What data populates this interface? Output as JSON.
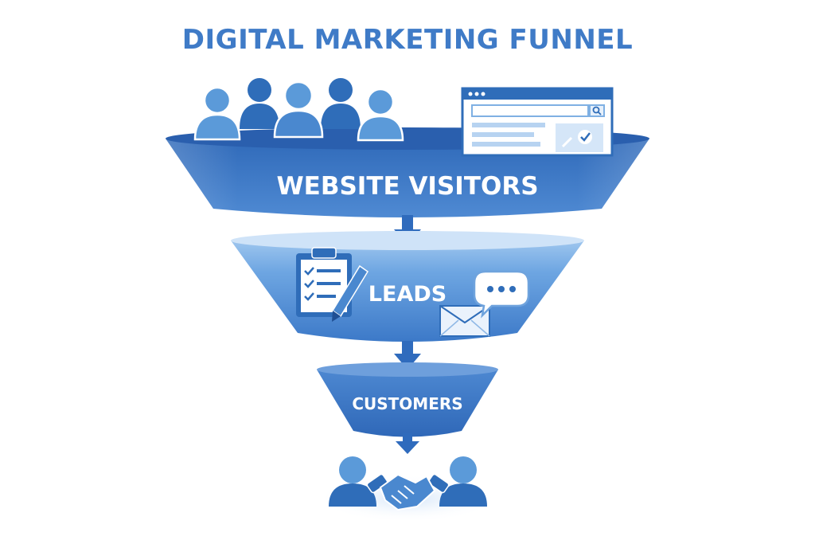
{
  "title": "DIGITAL MARKETING FUNNEL",
  "stages": [
    {
      "label": "WEBSITE VISITORS"
    },
    {
      "label": "LEADS"
    },
    {
      "label": "CUSTOMERS"
    }
  ],
  "colors": {
    "title": "#3f7bc7",
    "funnel_dark": "#2f6bbd",
    "funnel_mid": "#4a86d1",
    "funnel_light": "#9cc3ec",
    "person_light": "#5b9ad9",
    "person_dark": "#2f6db9"
  },
  "icons": [
    "people-group-icon",
    "browser-window-icon",
    "search-icon",
    "checkmark-icon",
    "clipboard-checklist-icon",
    "pencil-icon",
    "envelope-icon",
    "chat-bubble-icon",
    "handshake-icon",
    "arrow-down-icon"
  ]
}
